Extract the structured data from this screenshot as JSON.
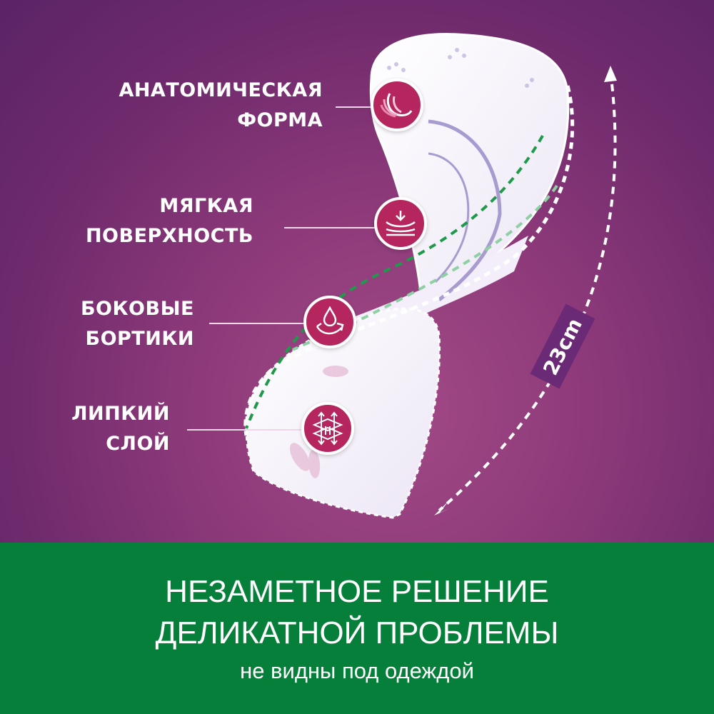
{
  "features": [
    {
      "lines": [
        "АНАТОМИЧЕСКАЯ",
        "ФОРМА"
      ],
      "icon": "anatomic-shape-icon"
    },
    {
      "lines": [
        "МЯГКАЯ",
        "ПОВЕРХНОСТЬ"
      ],
      "icon": "soft-surface-icon"
    },
    {
      "lines": [
        "БОКОВЫЕ",
        "БОРТИКИ"
      ],
      "icon": "side-barrier-icon"
    },
    {
      "lines": [
        "ЛИПКИЙ",
        "СЛОЙ"
      ],
      "icon": "adhesive-layer-icon"
    }
  ],
  "measurement": {
    "label": "23cm"
  },
  "banner": {
    "headline_line1": "НЕЗАМЕТНОЕ РЕШЕНИЕ",
    "headline_line2": "ДЕЛИКАТНОЙ ПРОБЛЕМЫ",
    "subtitle": "не видны под одеждой"
  },
  "colors": {
    "background_purple": "#8e3a7a",
    "badge_magenta": "#b5255e",
    "band_green": "#067f3a",
    "dash_green": "#1f9a4a"
  }
}
